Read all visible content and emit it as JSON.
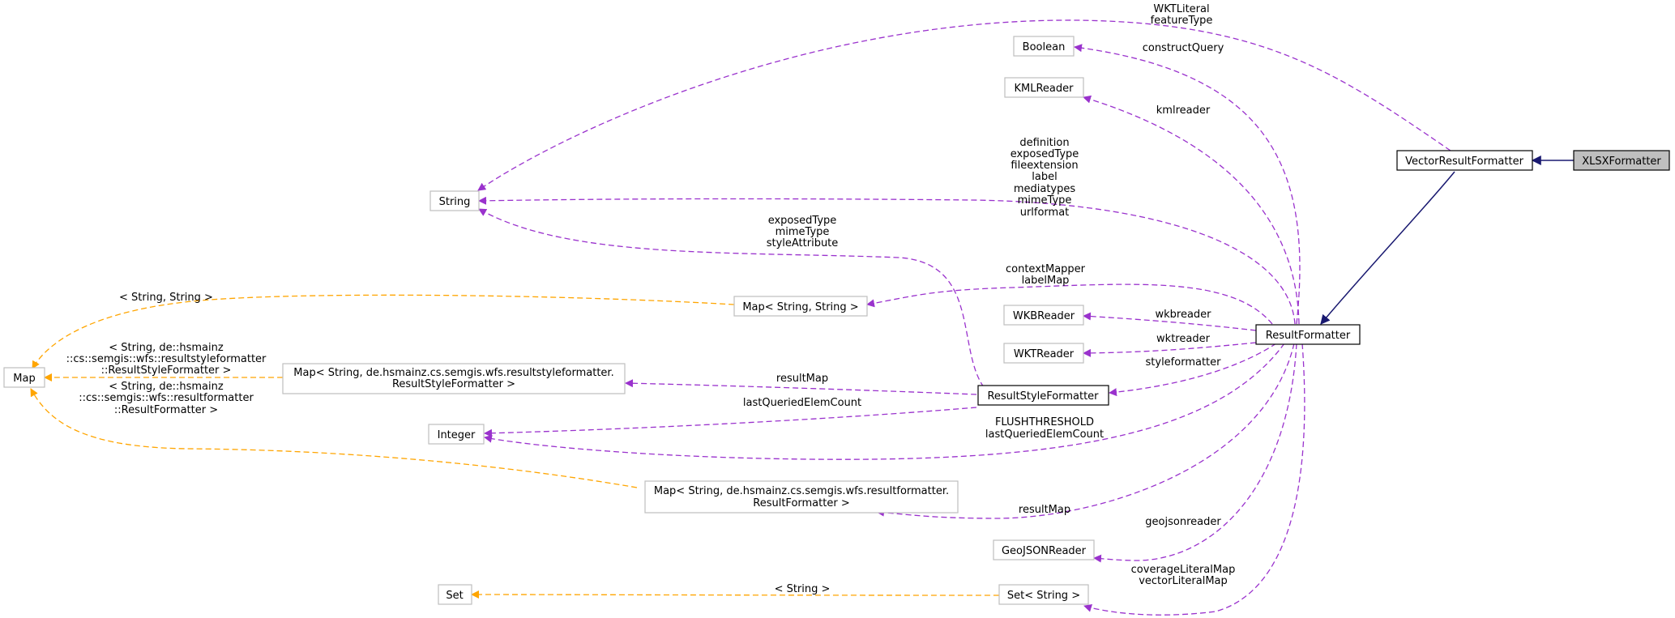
{
  "nodes": {
    "xlsx_formatter": "XLSXFormatter",
    "vector_result_formatter": "VectorResultFormatter",
    "result_formatter": "ResultFormatter",
    "result_style_formatter": "ResultStyleFormatter",
    "string": "String",
    "boolean": "Boolean",
    "kml_reader": "KMLReader",
    "wkb_reader": "WKBReader",
    "wkt_reader": "WKTReader",
    "geojson_reader": "GeoJSONReader",
    "integer": "Integer",
    "map": "Map",
    "set": "Set",
    "set_string": "Set< String >",
    "map_string_string": "Map< String, String >",
    "map_resultstyleformatter": [
      "Map< String, de.hsmainz.cs.semgis.wfs.resultstyleformatter.",
      "ResultStyleFormatter >"
    ],
    "map_resultformatter": [
      "Map< String, de.hsmainz.cs.semgis.wfs.resultformatter.",
      "ResultFormatter >"
    ]
  },
  "edge_labels": {
    "wktliteral_featuretype": [
      "WKTLiteral",
      "featureType"
    ],
    "construct_query": "constructQuery",
    "kmlreader": "kmlreader",
    "string_fields": [
      "definition",
      "exposedType",
      "fileextension",
      "label",
      "mediatypes",
      "mimeType",
      "urlformat"
    ],
    "style_string_fields": [
      "exposedType",
      "mimeType",
      "styleAttribute"
    ],
    "context_mapper": [
      "contextMapper",
      "labelMap"
    ],
    "wkbreader": "wkbreader",
    "wktreader": "wktreader",
    "styleformatter": "styleformatter",
    "result_map_style": "resultMap",
    "last_queried_style": "lastQueriedElemCount",
    "flush_threshold": [
      "FLUSHTHRESHOLD",
      "lastQueriedElemCount"
    ],
    "result_map": "resultMap",
    "geojsonreader": "geojsonreader",
    "literal_maps": [
      "coverageLiteralMap",
      "vectorLiteralMap"
    ],
    "tmpl_string_string": "< String, String >",
    "tmpl_style_formatter": [
      "< String, de::hsmainz",
      "::cs::semgis::wfs::resultstyleformatter",
      "::ResultStyleFormatter >"
    ],
    "tmpl_result_formatter": [
      "< String, de::hsmainz",
      "::cs::semgis::wfs::resultformatter",
      "::ResultFormatter >"
    ],
    "tmpl_string": "< String >"
  },
  "colors": {
    "member_edge": "#9a32cd",
    "template_edge": "#ffa500",
    "inheritance_edge": "#191970",
    "node_border_gray": "#bfbfbf",
    "selected_fill": "#bfbfbf"
  }
}
